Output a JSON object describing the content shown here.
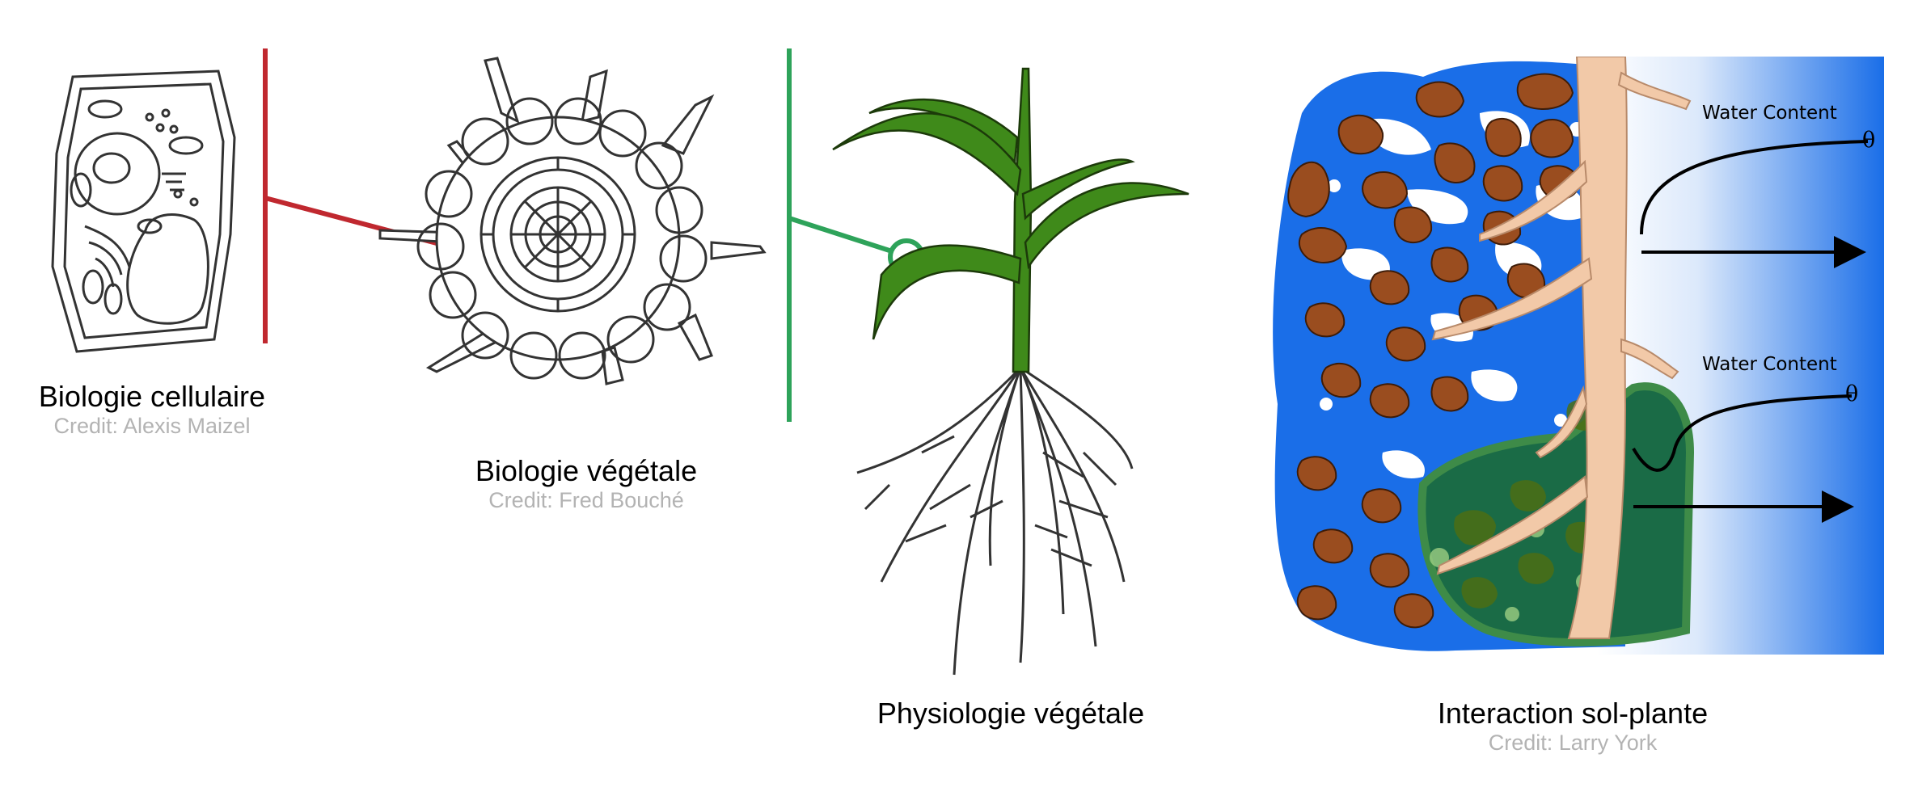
{
  "panels": [
    {
      "title": "Biologie cellulaire",
      "credit": "Credit: Alexis Maizel"
    },
    {
      "title": "Biologie végétale",
      "credit": "Credit: Fred Bouché"
    },
    {
      "title": "Physiologie végétale"
    },
    {
      "title": "Interaction sol-plante",
      "credit": "Credit: Larry York"
    }
  ],
  "soil_labels": {
    "water_content_top": "Water Content",
    "theta_top": "θ",
    "water_content_bottom": "Water Content",
    "theta_bottom": "θ"
  },
  "colors": {
    "connector_red": "#c0282f",
    "connector_green": "#2ea35a",
    "water_blue": "#1a6ee8",
    "soil_brown": "#9a4d1f",
    "leaf_green": "#3f8a1a",
    "root_tan": "#f2c9a8",
    "credit_gray": "#b3b3b3"
  }
}
